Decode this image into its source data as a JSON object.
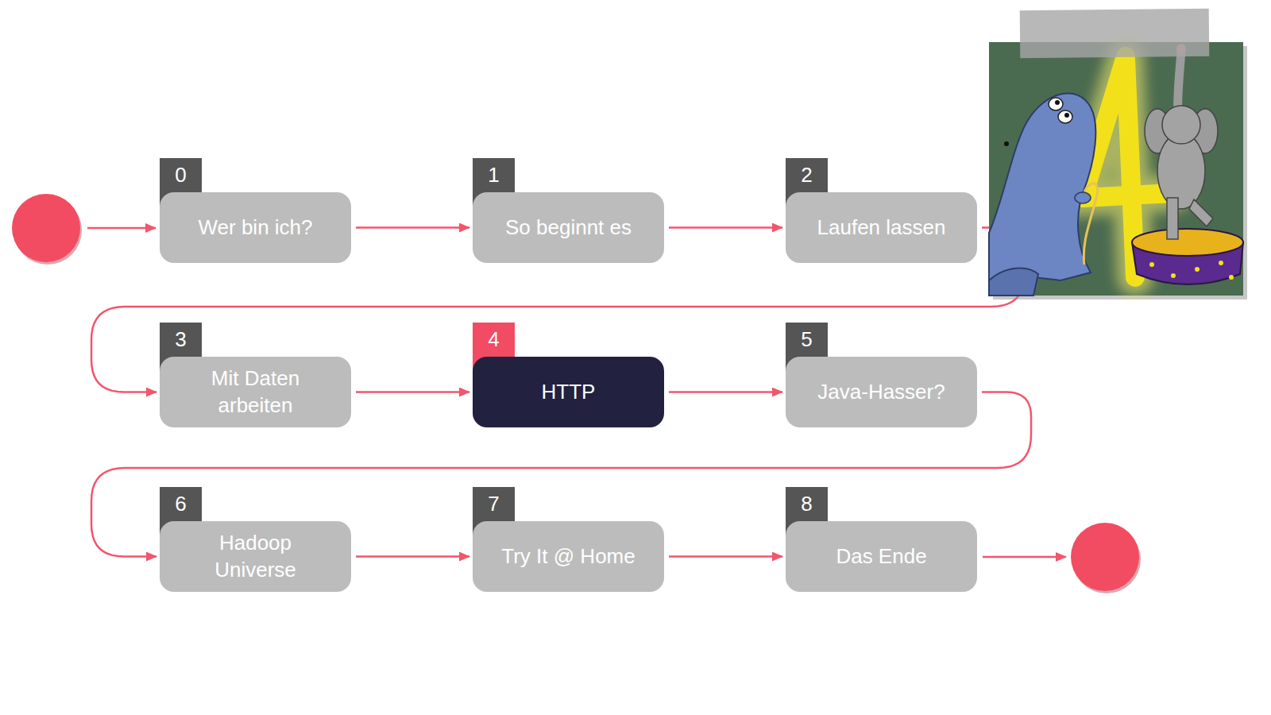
{
  "diagram": {
    "nodes": [
      {
        "text": [
          "0",
          "Wer bin ich?"
        ]
      },
      {
        "text": [
          "1",
          "So beginnt es"
        ]
      },
      {
        "text": [
          "2",
          "Laufen lassen"
        ]
      },
      {
        "text": [
          "3",
          "Mit Daten arbeiten"
        ]
      },
      {
        "text": [
          "4",
          "HTTP"
        ]
      },
      {
        "text": [
          "5",
          "Java-Hasser?"
        ]
      },
      {
        "text": [
          "6",
          "Hadoop Universe"
        ]
      },
      {
        "text": [
          "7",
          "Try It @ Home"
        ]
      },
      {
        "text": [
          "8",
          "Das Ende"
        ]
      }
    ],
    "edges": [
      {
        "from": 0,
        "to": 1,
        "arrow": "to"
      },
      {
        "from": 1,
        "to": 2,
        "arrow": "to"
      },
      {
        "from": 2,
        "to": 3,
        "arrow": "to"
      },
      {
        "from": 3,
        "to": 4,
        "arrow": "to"
      },
      {
        "from": 4,
        "to": 5,
        "arrow": "to"
      },
      {
        "from": 5,
        "to": 6,
        "arrow": "to"
      },
      {
        "from": 6,
        "to": 7,
        "arrow": "to"
      },
      {
        "from": 7,
        "to": 8,
        "arrow": "to"
      }
    ]
  }
}
